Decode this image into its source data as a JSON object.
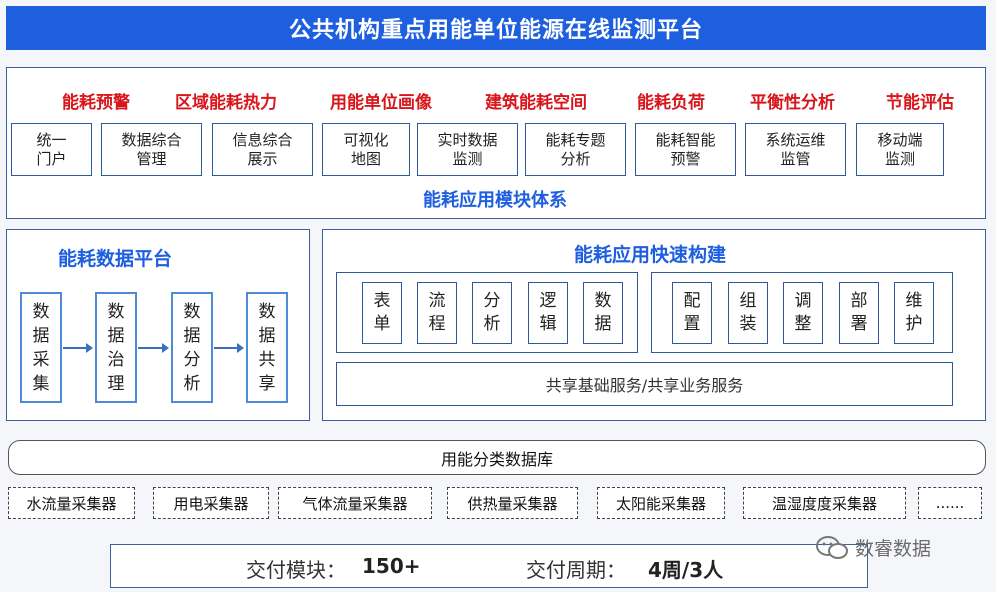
{
  "title": "公共机构重点用能单位能源在线监测平台",
  "top_panel": {
    "highlights": [
      "能耗预警",
      "区域能耗热力",
      "用能单位画像",
      "建筑能耗空间",
      "能耗负荷",
      "平衡性分析",
      "节能评估"
    ],
    "modules": [
      "统一\n门户",
      "数据综合\n管理",
      "信息综合\n展示",
      "可视化\n地图",
      "实时数据\n监测",
      "能耗专题\n分析",
      "能耗智能\n预警",
      "系统运维\n监管",
      "移动端\n监测"
    ],
    "caption": "能耗应用模块体系"
  },
  "data_platform": {
    "title": "能耗数据平台",
    "steps": [
      "数\n据\n采\n集",
      "数\n据\n治\n理",
      "数\n据\n分\n析",
      "数\n据\n共\n享"
    ]
  },
  "quick_build": {
    "title": "能耗应用快速构建",
    "group1": [
      "表\n单",
      "流\n程",
      "分\n析",
      "逻\n辑",
      "数\n据"
    ],
    "group2": [
      "配\n置",
      "组\n装",
      "调\n整",
      "部\n署",
      "维\n护"
    ],
    "services": "共享基础服务/共享业务服务"
  },
  "database": "用能分类数据库",
  "collectors": [
    "水流量采集器",
    "用电采集器",
    "气体流量采集器",
    "供热量采集器",
    "太阳能采集器",
    "温湿度度采集器",
    "......"
  ],
  "delivery": {
    "module_label": "交付模块：",
    "module_value": "150+",
    "cycle_label": "交付周期：",
    "cycle_value": "4周/3人"
  },
  "watermark": "数睿数据",
  "colors": {
    "primary": "#1e5fe0",
    "highlight": "#d8161c",
    "border": "#2e5a9a"
  }
}
